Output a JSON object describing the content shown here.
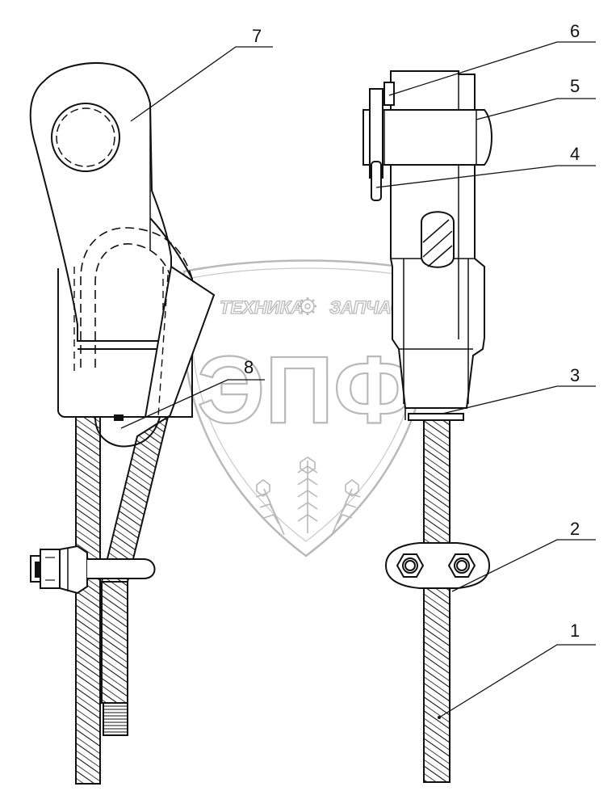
{
  "diagram": {
    "callouts": [
      {
        "id": "callout-1",
        "label": "1"
      },
      {
        "id": "callout-2",
        "label": "2"
      },
      {
        "id": "callout-3",
        "label": "3"
      },
      {
        "id": "callout-4",
        "label": "4"
      },
      {
        "id": "callout-5",
        "label": "5"
      },
      {
        "id": "callout-6",
        "label": "6"
      },
      {
        "id": "callout-7",
        "label": "7"
      },
      {
        "id": "callout-8",
        "label": "8"
      }
    ]
  },
  "watermark": {
    "top_left": "ТЕХНИКА",
    "top_right": "ЗАПЧАСТИ",
    "logo": "ЭПФ"
  },
  "colors": {
    "line": "#111111",
    "watermark": "#b9b9b9"
  }
}
